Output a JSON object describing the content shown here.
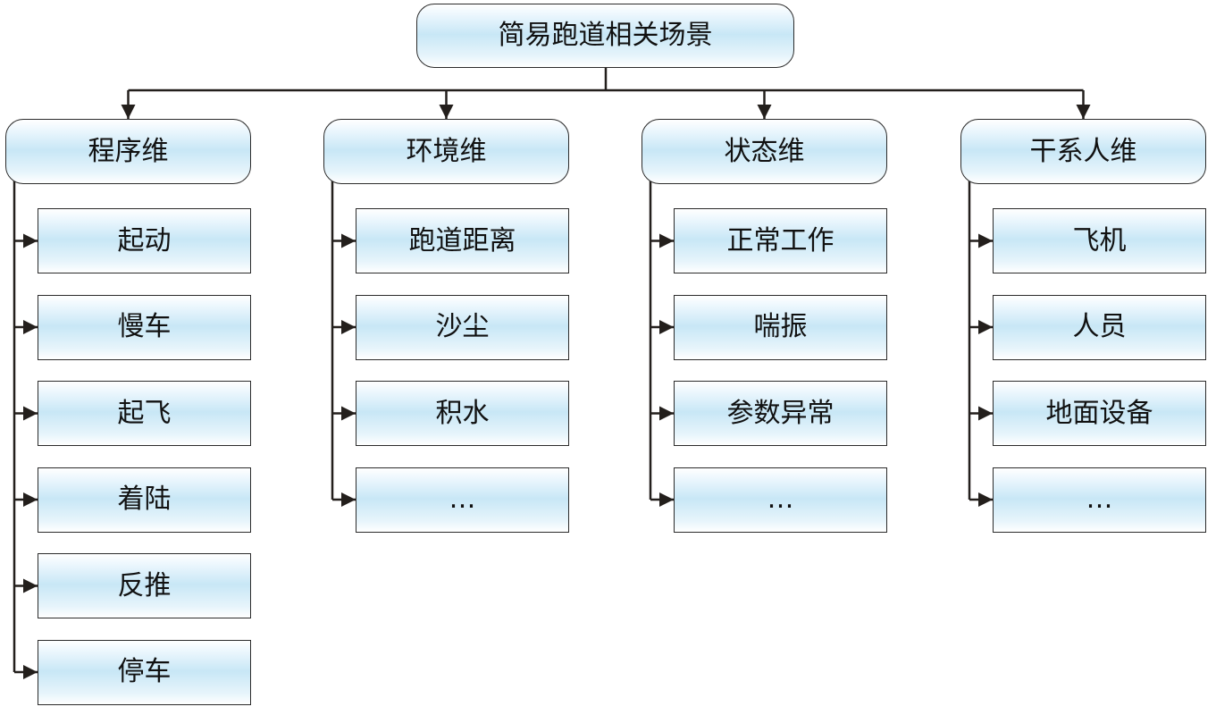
{
  "root": {
    "label": "简易跑道相关场景"
  },
  "columns": [
    {
      "label": "程序维",
      "items": [
        "起动",
        "慢车",
        "起飞",
        "着陆",
        "反推",
        "停车"
      ]
    },
    {
      "label": "环境维",
      "items": [
        "跑道距离",
        "沙尘",
        "积水",
        "…"
      ]
    },
    {
      "label": "状态维",
      "items": [
        "正常工作",
        "喘振",
        "参数异常",
        "…"
      ]
    },
    {
      "label": "干系人维",
      "items": [
        "飞机",
        "人员",
        "地面设备",
        "…"
      ]
    }
  ],
  "colors": {
    "line": "#231f1c",
    "box_border": "#2b2b2b",
    "fill_center": "#c8e7f6",
    "fill_edge": "#ffffff",
    "text": "#111111"
  }
}
